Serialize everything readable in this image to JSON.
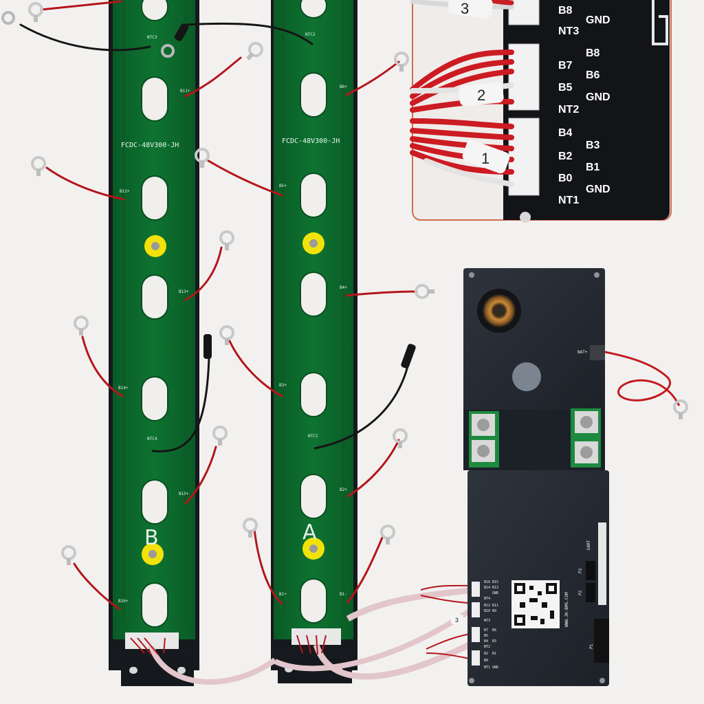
{
  "boards": [
    {
      "id": "B",
      "model": "FCDC-48V300-JH",
      "letter": "B",
      "labels": {
        "ntc_top": "NTC3",
        "ntc_mid": "NTC4",
        "b11": "B11+",
        "b12": "B12+",
        "b13": "B13+",
        "b14": "B14+",
        "b15": "B15+",
        "b16": "B16+"
      }
    },
    {
      "id": "A",
      "model": "FCDC-48V300-JH",
      "letter": "A",
      "labels": {
        "ntc_top": "NTC2",
        "ntc_mid": "NTC1",
        "b6": "B6+",
        "b5": "B5+",
        "b4": "B4+",
        "b3": "B3+",
        "b2": "B2+",
        "b1p": "B1+",
        "b1m": "B1-"
      }
    }
  ],
  "inset": {
    "connector_tags": [
      "3",
      "2",
      "1"
    ],
    "pin_labels_left": [
      "B8",
      "NT3",
      "B7",
      "B5",
      "NT2",
      "B4",
      "B2",
      "B0",
      "NT1"
    ],
    "pin_labels_right": [
      "GND",
      "B8",
      "B6",
      "GND",
      "B3",
      "B1",
      "GND"
    ]
  },
  "bms": {
    "bat_label": "BAT+",
    "url": "WWW.JK-BMS.COM",
    "uart": "UART",
    "ports": [
      "P2",
      "P3",
      "P1"
    ],
    "pin_block": [
      "B16",
      "B15",
      "B14",
      "B13",
      "GND",
      "NT4",
      "B12",
      "B11",
      "B10",
      "B9",
      "NT3",
      "B7",
      "B6",
      "B5",
      "B4",
      "B3",
      "NT2",
      "B2",
      "B1",
      "B0",
      "NT1",
      "GND"
    ],
    "harness_tag": "3"
  },
  "colors": {
    "pcb": "#0c6a2c",
    "pcb_dark": "#0a5424",
    "bracket": "#1a1d22",
    "bms_case": "#262b33",
    "wire_red": "#b4161b",
    "wire_black": "#151515",
    "ring": "#c9c9c9",
    "sleeve": "#e6c9cf"
  }
}
